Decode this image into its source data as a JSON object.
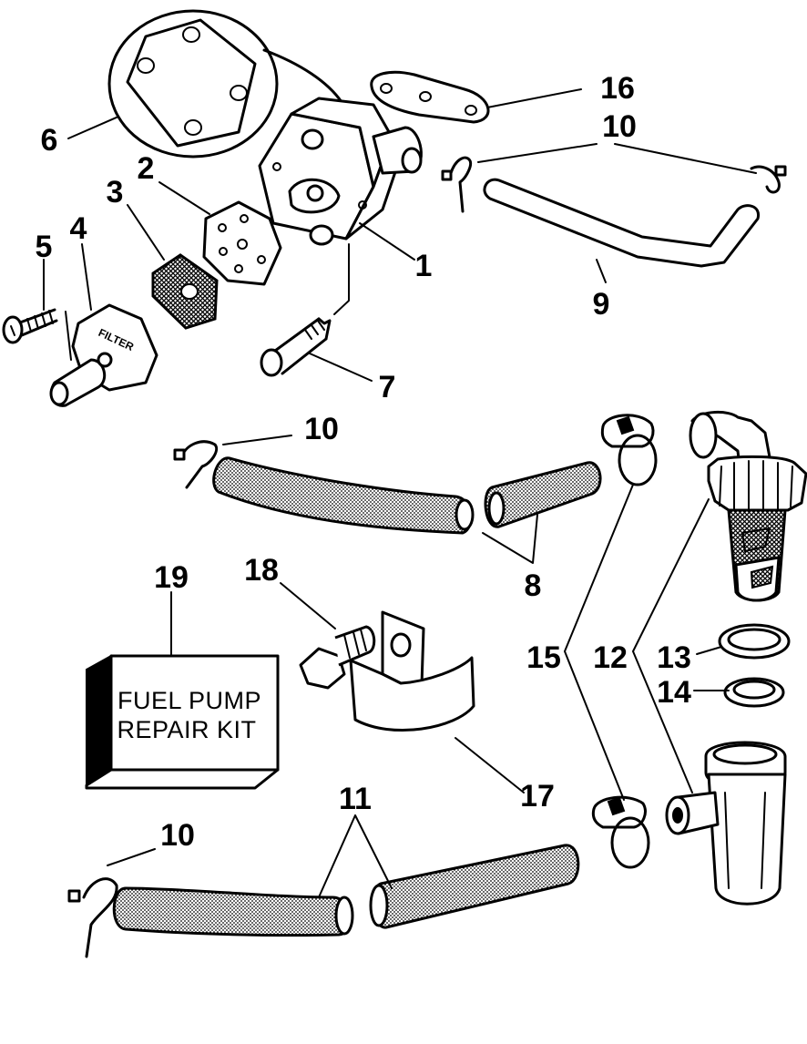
{
  "parts": [
    {
      "id": "part-1",
      "label": "1"
    },
    {
      "id": "part-2",
      "label": "2"
    },
    {
      "id": "part-3",
      "label": "3"
    },
    {
      "id": "part-4",
      "label": "4"
    },
    {
      "id": "part-5",
      "label": "5"
    },
    {
      "id": "part-6",
      "label": "6"
    },
    {
      "id": "part-7",
      "label": "7"
    },
    {
      "id": "part-8",
      "label": "8"
    },
    {
      "id": "part-9",
      "label": "9"
    },
    {
      "id": "part-10a",
      "label": "10"
    },
    {
      "id": "part-10b",
      "label": "10"
    },
    {
      "id": "part-10c",
      "label": "10"
    },
    {
      "id": "part-11",
      "label": "11"
    },
    {
      "id": "part-12",
      "label": "12"
    },
    {
      "id": "part-13",
      "label": "13"
    },
    {
      "id": "part-14",
      "label": "14"
    },
    {
      "id": "part-15",
      "label": "15"
    },
    {
      "id": "part-16",
      "label": "16"
    },
    {
      "id": "part-17",
      "label": "17"
    },
    {
      "id": "part-18",
      "label": "18"
    },
    {
      "id": "part-19",
      "label": "19"
    }
  ],
  "kit_box": {
    "line1": "FUEL PUMP",
    "line2": "REPAIR KIT"
  },
  "filter_cap_text": "FILTER"
}
